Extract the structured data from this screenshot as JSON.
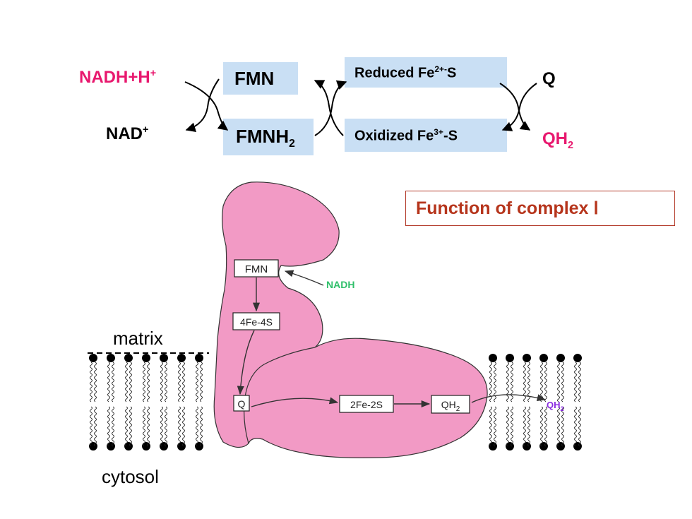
{
  "top_scheme": {
    "nadh_h": "NADH+H",
    "nadh_h_sup": "+",
    "nad": "NAD",
    "nad_sup": "+",
    "fmn": "FMN",
    "fmnh2": "FMNH",
    "fmnh2_sub": "2",
    "reduced_fes": "Reduced Fe",
    "reduced_fes_sup": "2+-",
    "reduced_fes_tail": "S",
    "oxidized_fes": "Oxidized Fe",
    "oxidized_fes_sup": "3+",
    "oxidized_fes_tail": "-S",
    "q": "Q",
    "qh2": "QH",
    "qh2_sub": "2"
  },
  "title": "Function of complex Ⅰ",
  "membrane": {
    "matrix_label": "matrix",
    "cytosol_label": "cytosol"
  },
  "complex": {
    "fmn": "FMN",
    "fe4s4": "4Fe-4S",
    "q": "Q",
    "fe2s2": "2Fe-2S",
    "qh2": "QH",
    "qh2_sub": "2",
    "nadh": "NADH",
    "qh2_out": "QH",
    "qh2_out_sub": "2"
  },
  "colors": {
    "pink_text": "#e8186e",
    "box_fill": "#c9dff4",
    "protein": "#f29ac5",
    "title": "#b6351c",
    "nadh_green": "#2fbf6a",
    "qh2_purple": "#8a2be2"
  }
}
